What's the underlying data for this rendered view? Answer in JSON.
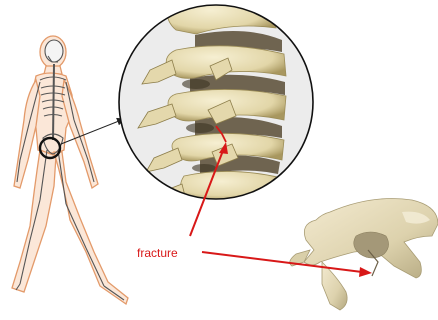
{
  "labels": {
    "fracture": "fracture"
  },
  "colors": {
    "background": "#ffffff",
    "bone": "#e8dfb8",
    "bone_shadow": "#9c8d58",
    "disc": "#6f6450",
    "body_outline": "#e39a6a",
    "skeleton_outline": "#555555",
    "zoom_background": "#e9e9e9",
    "arrow": "#d81818"
  },
  "icons": [
    "human-skeleton-figure",
    "magnifier-circle",
    "vertebra-3d-model"
  ]
}
